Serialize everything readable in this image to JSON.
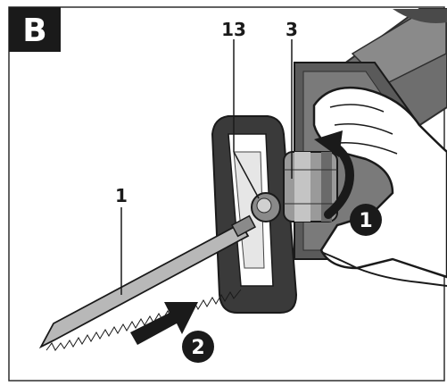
{
  "panel": {
    "letter": "B"
  },
  "labels": {
    "part_blade": "1",
    "part_lever": "3",
    "part_clamp": "13"
  },
  "steps": {
    "step_one": "1",
    "step_two": "2"
  },
  "colors": {
    "ink": "#1a1a1a",
    "frame": "#2e2e2e",
    "blade": "#b8b8b8",
    "body_dark": "#5a5a5a",
    "body_mid": "#8a8a8a",
    "glove": "#ffffff"
  }
}
